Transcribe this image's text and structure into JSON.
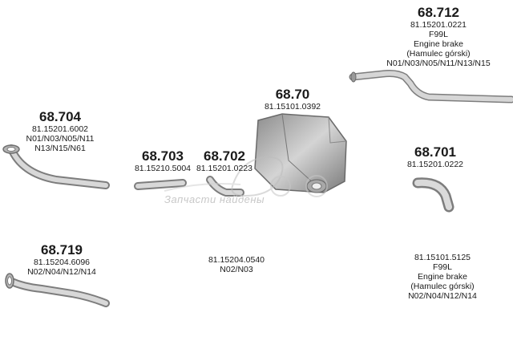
{
  "parts": [
    {
      "id": "p712",
      "number": "68.712",
      "lines": [
        "81.15201.0221",
        "F99L",
        "Engine brake",
        "(Hamulec górski)",
        "N01/N03/N05/N11/N13/N15"
      ]
    },
    {
      "id": "p704",
      "number": "68.704",
      "lines": [
        "81.15201.6002",
        "N01/N03/N05/N11",
        "N13/N15/N61"
      ]
    },
    {
      "id": "p70",
      "number": "68.70",
      "lines": [
        "81.15101.0392"
      ]
    },
    {
      "id": "p703",
      "number": "68.703",
      "lines": [
        "81.15210.5004"
      ]
    },
    {
      "id": "p702",
      "number": "68.702",
      "lines": [
        "81.15201.0223"
      ]
    },
    {
      "id": "p701",
      "number": "68.701",
      "lines": [
        "81.15201.0222"
      ]
    },
    {
      "id": "p719",
      "number": "68.719",
      "lines": [
        "81.15204.6096",
        "N02/N04/N12/N14"
      ]
    },
    {
      "id": "p_center",
      "number": "",
      "lines": [
        "81.15204.0540",
        "N02/N03"
      ]
    },
    {
      "id": "p_right",
      "number": "",
      "lines": [
        "81.15101.5125",
        "F99L",
        "Engine brake",
        "(Hamulec górski)",
        "N02/N04/N12/N14"
      ]
    }
  ],
  "watermark": {
    "text": "Запчасти найдены"
  },
  "colors": {
    "pipe": "#b9b9b9",
    "pipe_edge": "#7d7d7d",
    "watermark": "#c8c8c8"
  }
}
